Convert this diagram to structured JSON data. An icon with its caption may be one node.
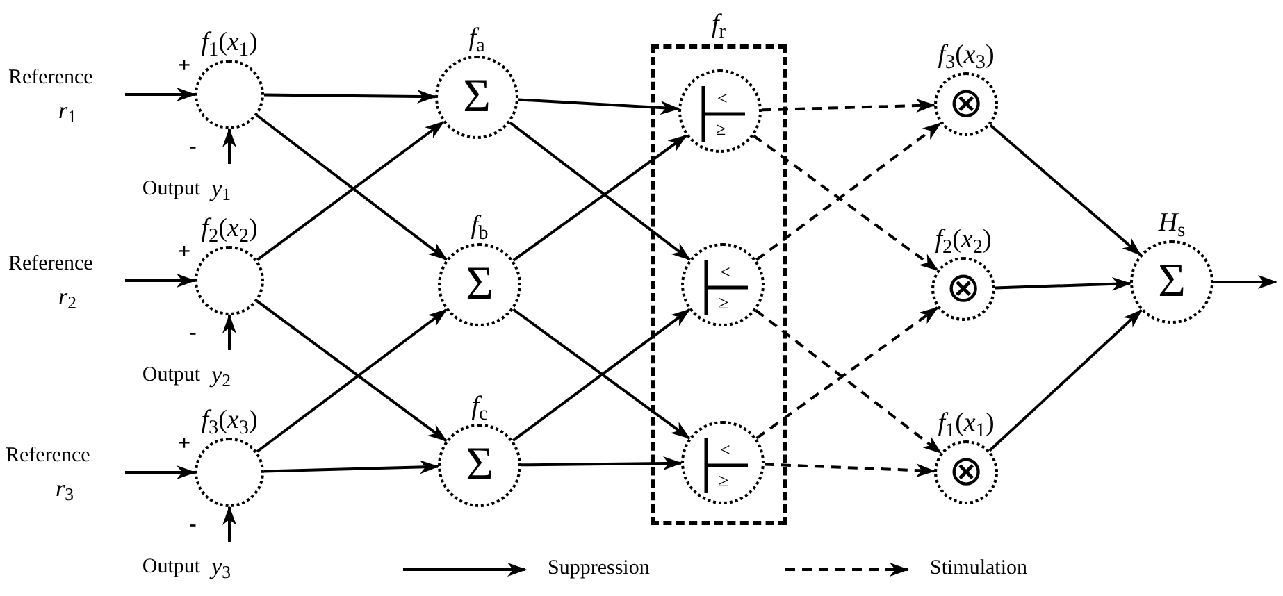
{
  "diagram": {
    "nodes": [
      {
        "text": [
          "Reference",
          "*r*$_{1}$"
        ]
      },
      {
        "text": [
          "Output",
          "*y*$_{1}$"
        ]
      },
      {
        "text": [
          "Reference",
          "*r*$_{2}$"
        ]
      },
      {
        "text": [
          "Output",
          "*y*$_{2}$"
        ]
      },
      {
        "text": [
          "Reference",
          "*r*$_{3}$"
        ]
      },
      {
        "text": [
          "Output",
          "*y*$_{3}$"
        ]
      },
      {
        "text": [
          "*f*$_{1}$(*x*$_{1}$)"
        ],
        "beside": [
          "+",
          "-"
        ]
      },
      {
        "text": [
          "*f*$_{2}$(*x*$_{2}$)"
        ],
        "beside": [
          "+",
          "-"
        ]
      },
      {
        "text": [
          "*f*$_{3}$(*x*$_{3}$)"
        ],
        "beside": [
          "+",
          "-"
        ]
      },
      {
        "text": [
          "*f*$_{a}$",
          "Σ"
        ]
      },
      {
        "text": [
          "*f*$_{b}$",
          "Σ"
        ]
      },
      {
        "text": [
          "*f*$_{c}$",
          "Σ"
        ]
      },
      {
        "text": [
          "*f*$_{r}$"
        ]
      },
      {
        "text": [
          "<",
          "≥"
        ],
        "in": 12
      },
      {
        "text": [
          "<",
          "≥"
        ],
        "in": 12
      },
      {
        "text": [
          "<",
          "≥"
        ],
        "in": 12
      },
      {
        "text": [
          "*f*$_{3}$(*x*$_{3}$)",
          "⊗"
        ]
      },
      {
        "text": [
          "*f*$_{2}$(*x*$_{2}$)",
          "⊗"
        ]
      },
      {
        "text": [
          "*f*$_{1}$(*x*$_{1}$)",
          "⊗"
        ]
      },
      {
        "text": [
          "*H*$_{s}$",
          "Σ"
        ]
      }
    ],
    "edges": [
      {
        "from": 0,
        "to": 6,
        "arrow": "to"
      },
      {
        "from": 1,
        "to": 6,
        "arrow": "to"
      },
      {
        "from": 2,
        "to": 7,
        "arrow": "to"
      },
      {
        "from": 3,
        "to": 7,
        "arrow": "to"
      },
      {
        "from": 4,
        "to": 8,
        "arrow": "to"
      },
      {
        "from": 5,
        "to": 8,
        "arrow": "to"
      },
      {
        "from": 6,
        "to": 9,
        "arrow": "to"
      },
      {
        "from": 6,
        "to": 10,
        "arrow": "to"
      },
      {
        "from": 7,
        "to": 9,
        "arrow": "to"
      },
      {
        "from": 7,
        "to": 11,
        "arrow": "to"
      },
      {
        "from": 8,
        "to": 10,
        "arrow": "to"
      },
      {
        "from": 8,
        "to": 11,
        "arrow": "to"
      },
      {
        "from": 9,
        "to": 13,
        "arrow": "to"
      },
      {
        "from": 9,
        "to": 14,
        "arrow": "to"
      },
      {
        "from": 10,
        "to": 13,
        "arrow": "to"
      },
      {
        "from": 10,
        "to": 15,
        "arrow": "to"
      },
      {
        "from": 11,
        "to": 14,
        "arrow": "to"
      },
      {
        "from": 11,
        "to": 15,
        "arrow": "to"
      },
      {
        "from": 13,
        "to": 16,
        "arrow": "to",
        "style": "dashed"
      },
      {
        "from": 13,
        "to": 17,
        "arrow": "to",
        "style": "dashed"
      },
      {
        "from": 14,
        "to": 16,
        "arrow": "to",
        "style": "dashed"
      },
      {
        "from": 14,
        "to": 18,
        "arrow": "to",
        "style": "dashed"
      },
      {
        "from": 15,
        "to": 17,
        "arrow": "to",
        "style": "dashed"
      },
      {
        "from": 15,
        "to": 18,
        "arrow": "to",
        "style": "dashed"
      },
      {
        "from": 16,
        "to": 19,
        "arrow": "to"
      },
      {
        "from": 17,
        "to": 19,
        "arrow": "to"
      },
      {
        "from": 18,
        "to": 19,
        "arrow": "to"
      },
      {
        "from": 19,
        "to": null,
        "arrow": "to"
      }
    ],
    "legend": [
      {
        "text": "Suppression"
      },
      {
        "text": "Stimulation"
      }
    ]
  }
}
